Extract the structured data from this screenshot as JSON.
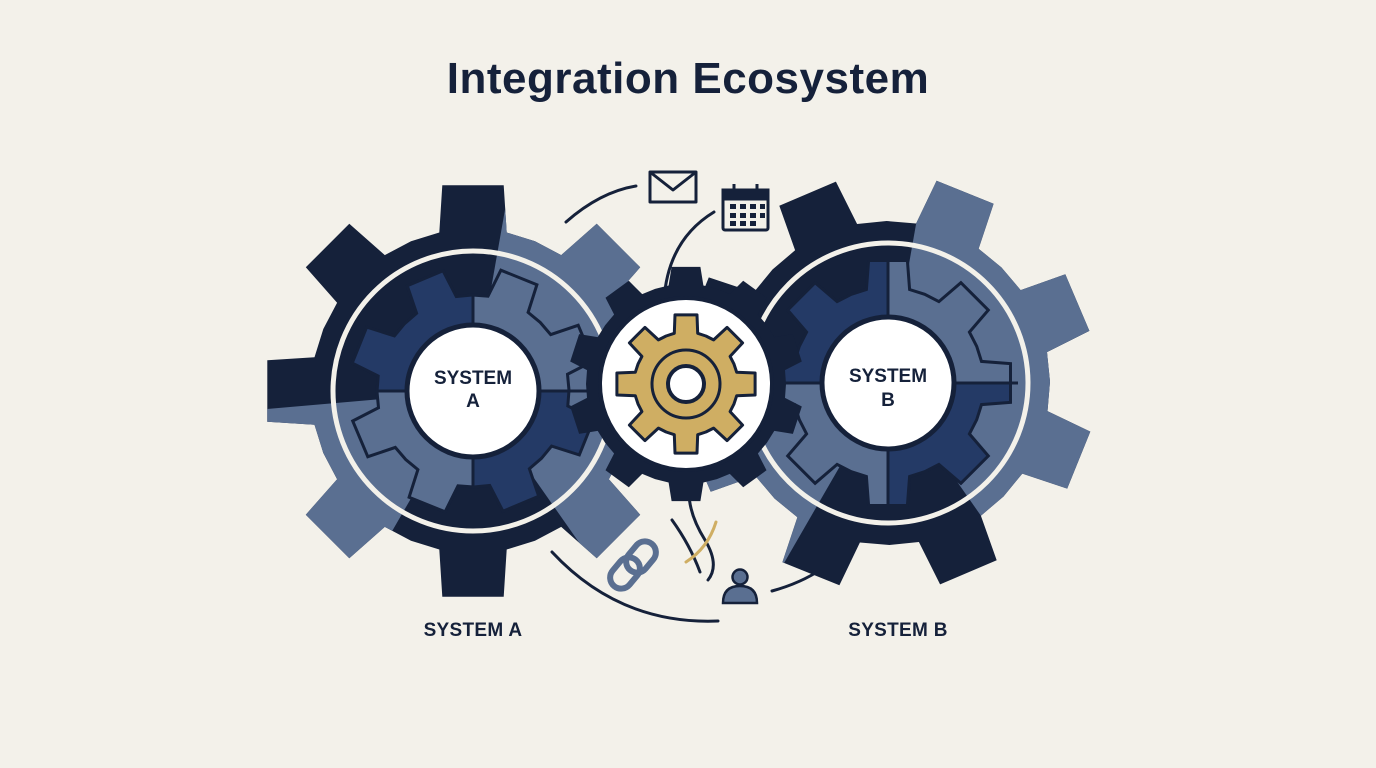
{
  "title": "Integration Ecosystem",
  "captions": {
    "system_a": "SYSTEM A",
    "system_b": "SYSTEM B"
  },
  "hubs": {
    "system_a": {
      "line1": "SYSTEM",
      "line2": "A"
    },
    "system_b": {
      "line1": "SYSTEM",
      "line2": "B"
    }
  },
  "icons": [
    "envelope-icon",
    "calendar-icon",
    "chain-link-icon",
    "user-icon",
    "gear-icon"
  ],
  "colors": {
    "background": "#f3f1ea",
    "navy": "#15213a",
    "slate": "#5a6f91",
    "deep_blue": "#243a66",
    "gold": "#cfae63",
    "white": "#ffffff"
  }
}
